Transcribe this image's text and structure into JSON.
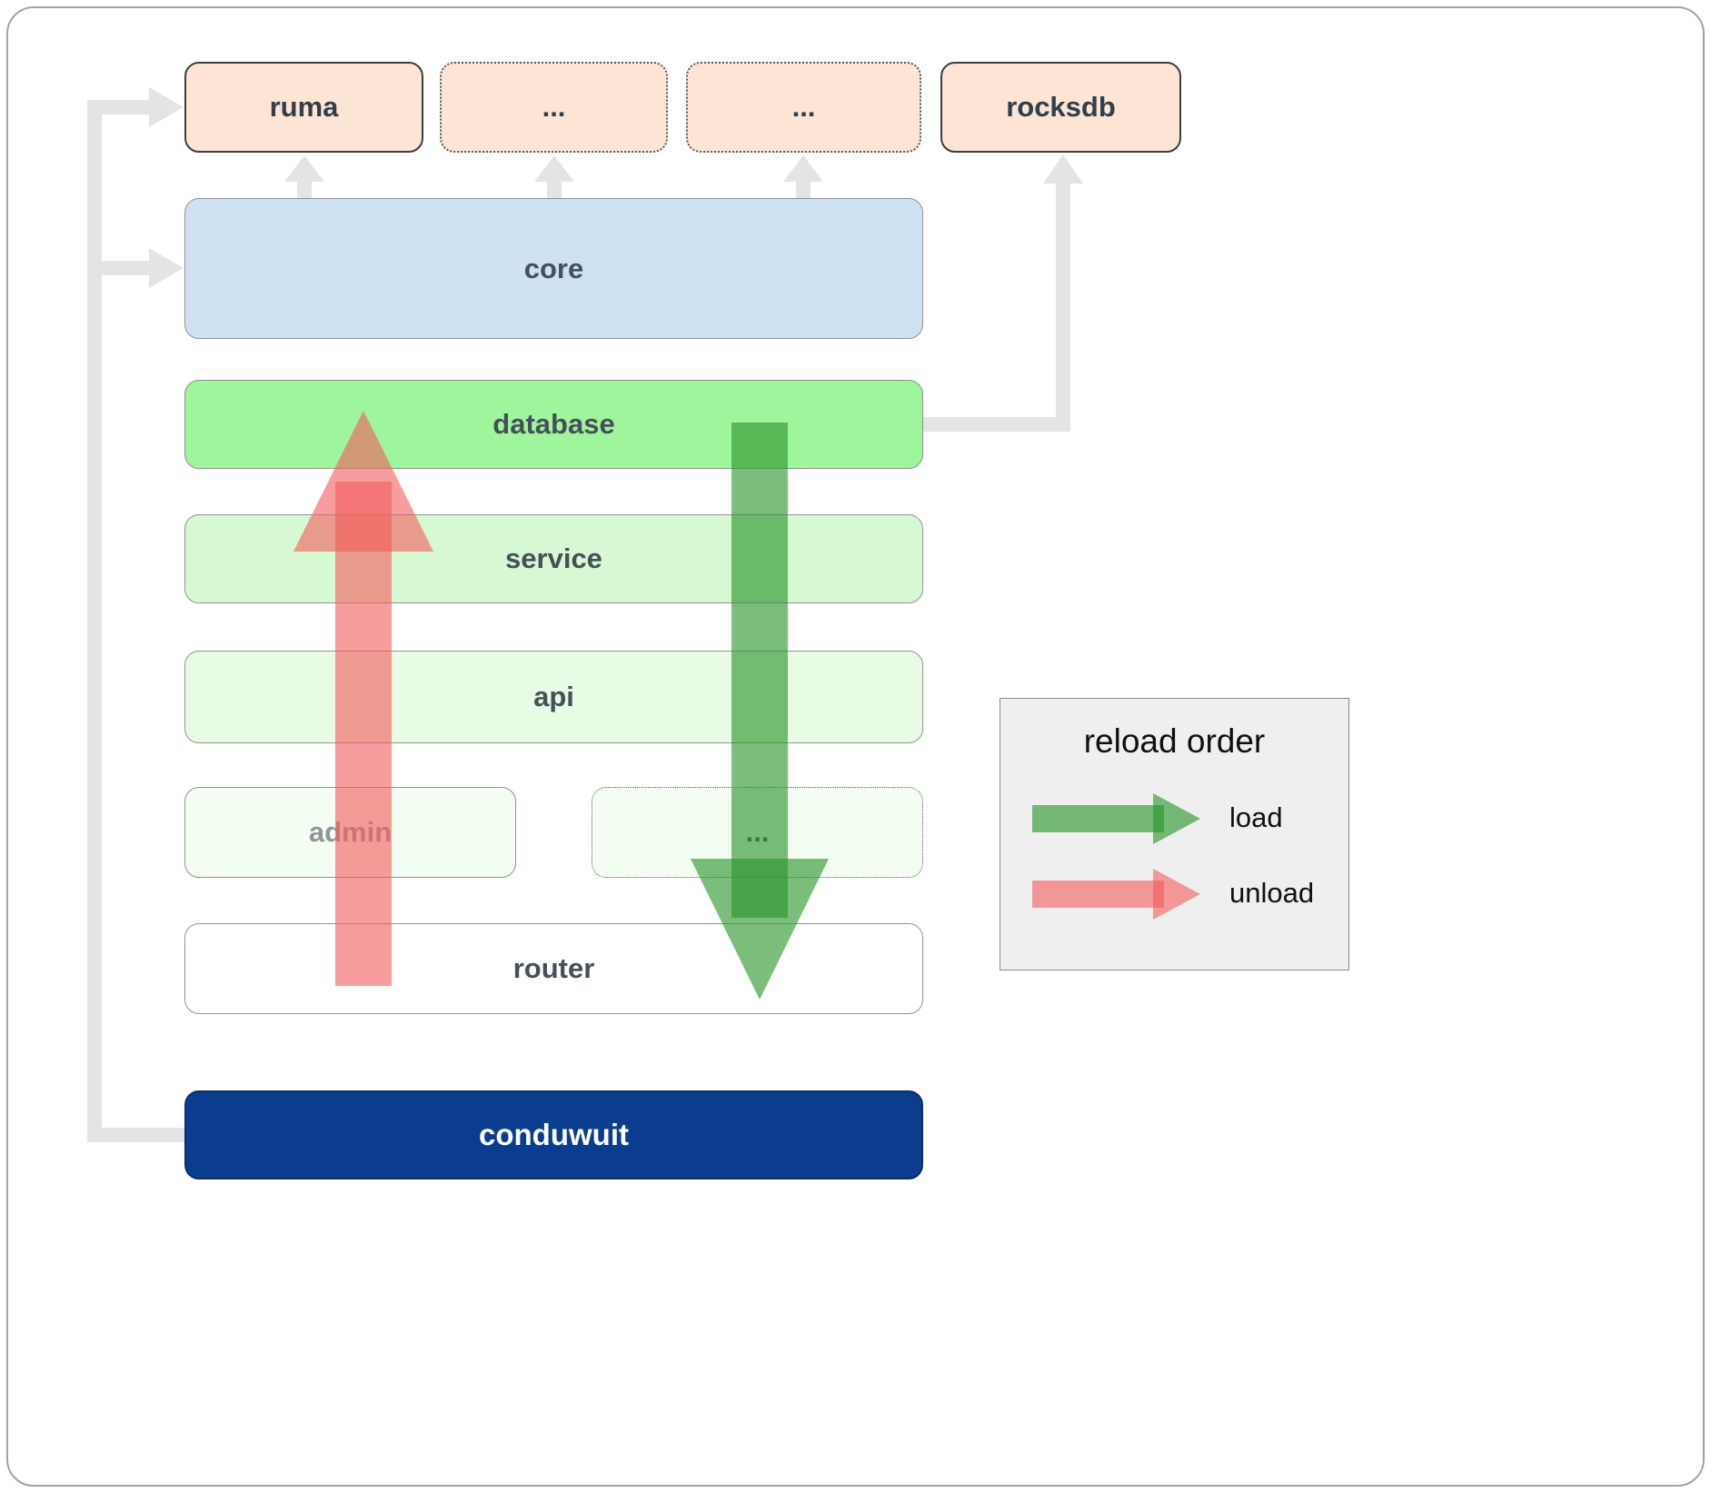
{
  "nodes": {
    "ruma": "ruma",
    "ellipsis_top_1": "...",
    "ellipsis_top_2": "...",
    "rocksdb": "rocksdb",
    "core": "core",
    "database": "database",
    "service": "service",
    "api": "api",
    "admin": "admin",
    "ellipsis_mid": "...",
    "router": "router",
    "conduwuit": "conduwuit"
  },
  "legend": {
    "title": "reload order",
    "load": "load",
    "unload": "unload"
  },
  "colors": {
    "peach_box": "#fce5d5",
    "core_blue": "#cfe2f3",
    "database_green": "#9ff59b",
    "service_green": "#d6f8d2",
    "api_green": "#e8fbe4",
    "admin_green": "#f3fdf1",
    "router_white": "#ffffff",
    "conduwuit_navy": "#0b3d8f",
    "load_arrow_green": "#2a942a",
    "unload_arrow_red": "#f35c5c",
    "connector_gray": "#e4e4e4",
    "legend_background": "#efefef"
  }
}
